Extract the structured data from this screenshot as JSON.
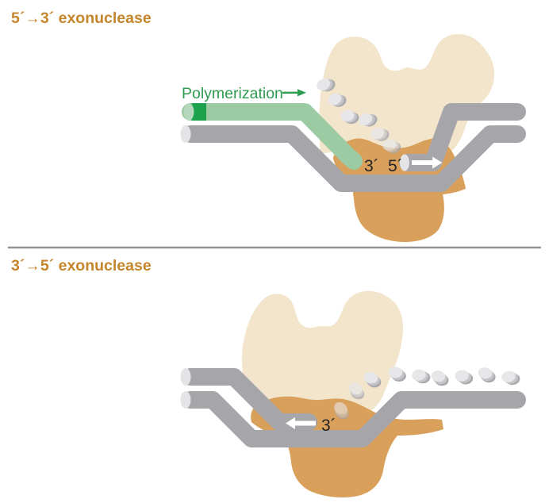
{
  "panels": {
    "top": {
      "title": "5´→3´ exonuclease",
      "polymerization_label": "Polymerization",
      "new_strand_end_label": "3´",
      "degraded_strand_end_label": "5´",
      "nucleotide_count": 6
    },
    "bottom": {
      "title": "3´→5´ exonuclease",
      "degraded_strand_end_label": "3´",
      "nucleotide_count": 9
    }
  },
  "colors": {
    "title_text": "#C5862B",
    "polymerization_text": "#2E9B4F",
    "new_strand_green": "#9CCAA3",
    "new_strand_dark_green": "#1CA24C",
    "new_strand_end_face": "#B5D7BB",
    "dna_strand_gray": "#A6A6AA",
    "strand_end_face": "#E4E4E6",
    "polymerase_body": "#F2E5CB",
    "exonuclease_domain": "#D9A05C",
    "nucleotide_gray": "#C6C6C9",
    "label_text": "#232323",
    "divider_gray": "#919196",
    "arrow_white": "#FFFFFF"
  }
}
